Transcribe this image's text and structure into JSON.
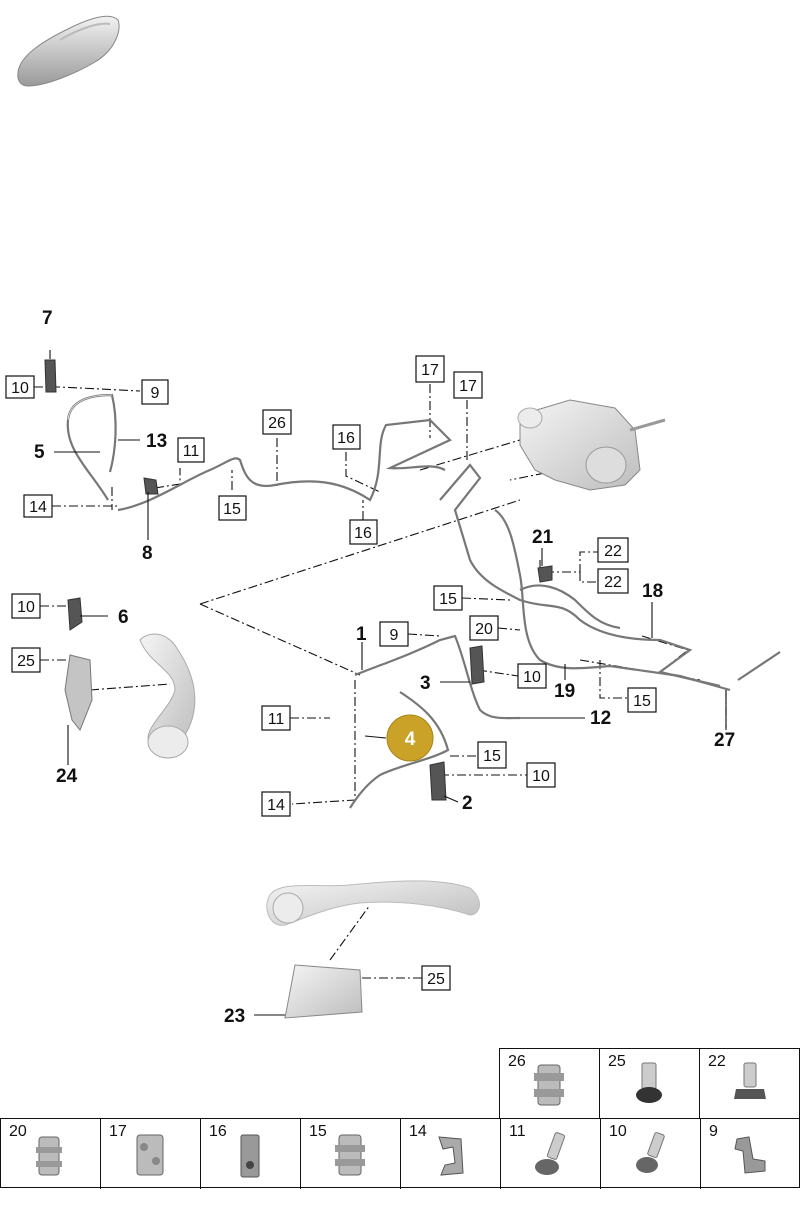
{
  "callouts": {
    "c1": "1",
    "c2": "2",
    "c3": "3",
    "c4": "4",
    "c5": "5",
    "c6": "6",
    "c7": "7",
    "c8": "8",
    "c9a": "9",
    "c9b": "9",
    "c10a": "10",
    "c10b": "10",
    "c10c": "10",
    "c10d": "10",
    "c11a": "11",
    "c11b": "11",
    "c12": "12",
    "c13": "13",
    "c14a": "14",
    "c14b": "14",
    "c15a": "15",
    "c15b": "15",
    "c15c": "15",
    "c15d": "15",
    "c16a": "16",
    "c16b": "16",
    "c17a": "17",
    "c17b": "17",
    "c18": "18",
    "c19": "19",
    "c20": "20",
    "c21": "21",
    "c22a": "22",
    "c22b": "22",
    "c23": "23",
    "c24": "24",
    "c25a": "25",
    "c25b": "25",
    "c26": "26",
    "c27": "27"
  },
  "highlight": {
    "label": "4",
    "color": "#c9a227"
  },
  "parts_table": {
    "top_row": [
      "26",
      "25",
      "22"
    ],
    "bottom_row": [
      "20",
      "17",
      "16",
      "15",
      "14",
      "11",
      "10",
      "9"
    ]
  }
}
